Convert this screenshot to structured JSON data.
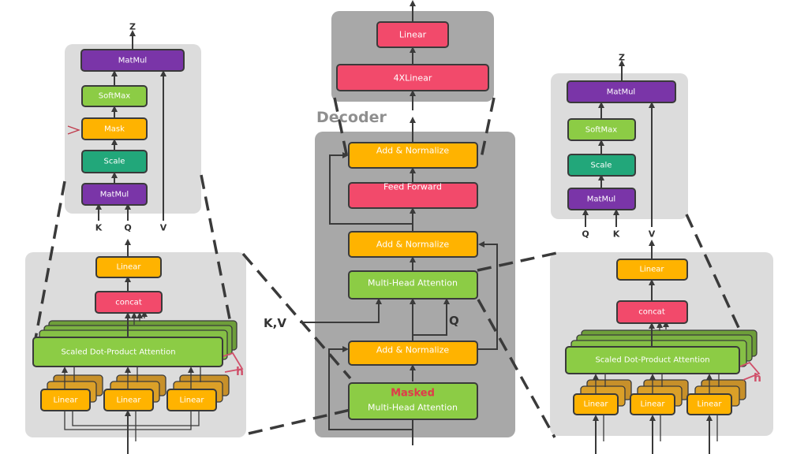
{
  "decoder": {
    "title": "Decoder",
    "top_linear": "Linear",
    "four_x_linear": "4XLinear",
    "add_norm_top": "Add & Normalize",
    "feed_forward": "Feed Forward",
    "add_norm_mid": "Add & Normalize",
    "mha": "Multi-Head Attention",
    "add_norm_bottom": "Add & Normalize",
    "masked_label": "Masked",
    "masked_mha": "Multi-Head Attention",
    "kv_label": "K,V",
    "q_label": "Q"
  },
  "left_attention": {
    "output": "Z",
    "matmul_top": "MatMul",
    "softmax": "SoftMax",
    "mask": "Mask",
    "scale": "Scale",
    "matmul_bottom": "MatMul",
    "input_k": "K",
    "input_q": "Q",
    "input_v": "V"
  },
  "left_mha": {
    "linear_out": "Linear",
    "concat": "concat",
    "sdpa": "Scaled Dot-Product Attention",
    "h_label": "h",
    "linear_1": "Linear",
    "linear_2": "Linear",
    "linear_3": "Linear"
  },
  "right_attention": {
    "output": "Z",
    "matmul_top": "MatMul",
    "softmax": "SoftMax",
    "scale": "Scale",
    "matmul_bottom": "MatMul",
    "input_q": "Q",
    "input_k": "K",
    "input_v": "V"
  },
  "right_mha": {
    "linear_out": "Linear",
    "concat": "concat",
    "sdpa": "Scaled Dot-Product Attention",
    "h_label": "h",
    "linear_1": "Linear",
    "linear_2": "Linear",
    "linear_3": "Linear"
  },
  "colors": {
    "panel": "#dcdcdc",
    "decoder_panel": "#a8a8a8",
    "purple": "#7a35a8",
    "green": "#8ccc45",
    "yellow": "#ffb300",
    "teal": "#22a77a",
    "red": "#f24a6b"
  }
}
